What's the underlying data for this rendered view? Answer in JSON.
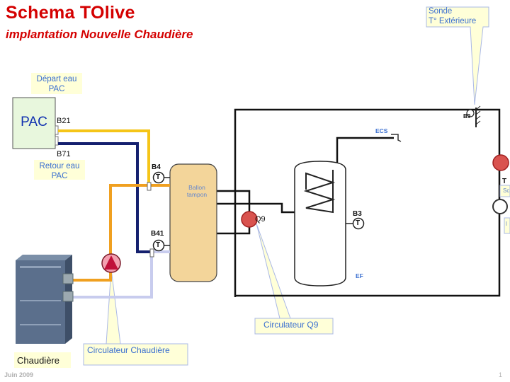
{
  "title": "Schema TOlive",
  "subtitle": "implantation Nouvelle Chaudière",
  "pac": {
    "label": "PAC",
    "depart_label": "Départ eau PAC",
    "retour_label": "Retour eau PAC",
    "b21": "B21",
    "b71": "B71"
  },
  "sensors": {
    "b4": "B4",
    "b41": "B41",
    "b3": "B3",
    "b9": "B9",
    "t_symbol": "T",
    "right_t": "T"
  },
  "ballon_tampon": "Ballon tampon",
  "ecs": "ECS",
  "ef": "EF",
  "q9": "Q9",
  "sonde_line1": "Sonde",
  "sonde_line2": "T° Extérieure",
  "circulateur_q9": "Circulateur Q9",
  "circulateur_chaudiere": "Circulateur Chaudière",
  "chaudiere": "Chaudière",
  "footer_date": "Juin 2009",
  "page_number": "1",
  "right_edge_labels": [
    "Sc",
    "l"
  ],
  "colors": {
    "title": "#d40000",
    "pipe_yellow": "#f5c518",
    "pipe_navy": "#14206e",
    "pipe_orange": "#f0a020",
    "pipe_lavender": "#c8ccee",
    "callout_fill": "#ffffd8",
    "tank_fill": "#f3d59a",
    "pump_red": "#cc2233"
  }
}
